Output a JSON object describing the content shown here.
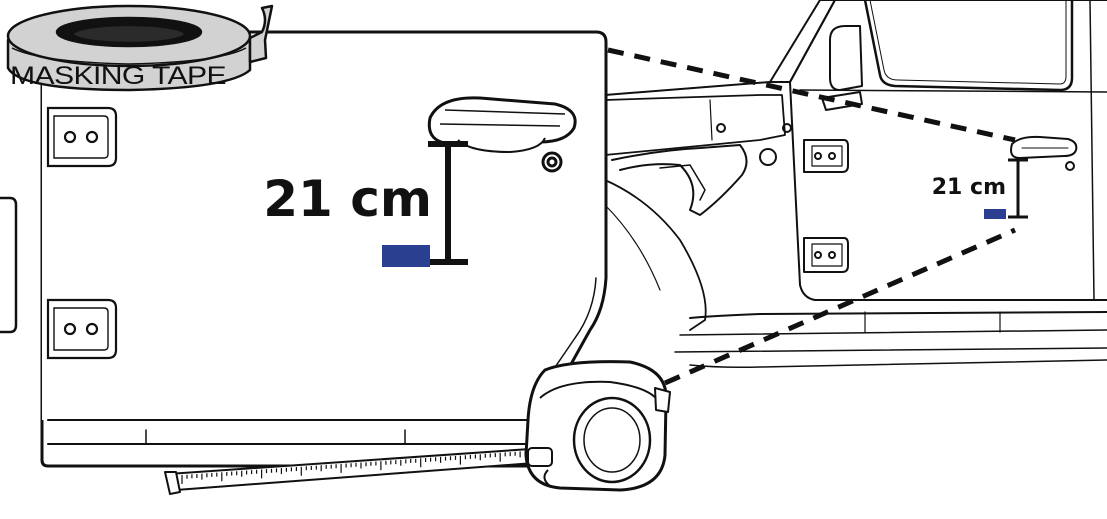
{
  "tape_roll": {
    "label": "MASKING TAPE"
  },
  "main_door": {
    "measurement_label": "21 cm"
  },
  "car_view": {
    "measurement_label": "21 cm"
  },
  "colors": {
    "tape_marker": "#2a3f8f",
    "outline": "#111111",
    "tape_roll_fill": "#d2d2d2",
    "background": "#ffffff"
  },
  "icons": [
    "masking-tape-roll-icon",
    "measuring-tape-icon",
    "door-handle-icon",
    "door-hinge-icon",
    "car-side-icon"
  ]
}
